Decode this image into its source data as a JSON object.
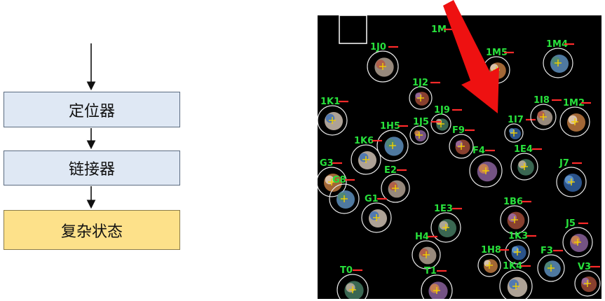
{
  "flow": {
    "boxes": [
      {
        "id": "locator",
        "label": "定位器"
      },
      {
        "id": "linker",
        "label": "链接器"
      },
      {
        "id": "complex",
        "label": "复杂状态"
      }
    ]
  },
  "cells": [
    {
      "id": "1M",
      "label": "1M"
    },
    {
      "id": "1J0",
      "label": "1J0"
    },
    {
      "id": "1M5",
      "label": "1M5"
    },
    {
      "id": "1M4",
      "label": "1M4"
    },
    {
      "id": "1J2",
      "label": "1J2"
    },
    {
      "id": "1K1",
      "label": "1K1"
    },
    {
      "id": "1J9",
      "label": "1J9"
    },
    {
      "id": "1J5",
      "label": "1J5"
    },
    {
      "id": "1I7",
      "label": "1I7"
    },
    {
      "id": "1I8",
      "label": "1I8"
    },
    {
      "id": "1M2",
      "label": "1M2"
    },
    {
      "id": "1H5",
      "label": "1H5"
    },
    {
      "id": "F9",
      "label": "F9"
    },
    {
      "id": "1K6",
      "label": "1K6"
    },
    {
      "id": "1E4",
      "label": "1E4"
    },
    {
      "id": "F4",
      "label": "F4"
    },
    {
      "id": "J7",
      "label": "J7"
    },
    {
      "id": "E2",
      "label": "E2"
    },
    {
      "id": "G3",
      "label": "G3"
    },
    {
      "id": "G8",
      "label": "G8"
    },
    {
      "id": "1B6",
      "label": "1B6"
    },
    {
      "id": "G1",
      "label": "G1"
    },
    {
      "id": "1E3",
      "label": "1E3"
    },
    {
      "id": "J5",
      "label": "J5"
    },
    {
      "id": "1K3",
      "label": "1K3"
    },
    {
      "id": "H4",
      "label": "H4"
    },
    {
      "id": "1H8",
      "label": "1H8"
    },
    {
      "id": "F3",
      "label": "F3"
    },
    {
      "id": "V3",
      "label": "V3"
    },
    {
      "id": "1K4",
      "label": "1K4"
    },
    {
      "id": "T0",
      "label": "T0"
    },
    {
      "id": "T1",
      "label": "T1"
    }
  ],
  "colors": {
    "label": "#28e13c",
    "tag": "#ff2a2a",
    "ring": "#e8e8e8",
    "cross": "#f2d000",
    "pointer": "#ee1111",
    "box_blue": "#dfe8f4",
    "box_gold": "#fde18a"
  }
}
